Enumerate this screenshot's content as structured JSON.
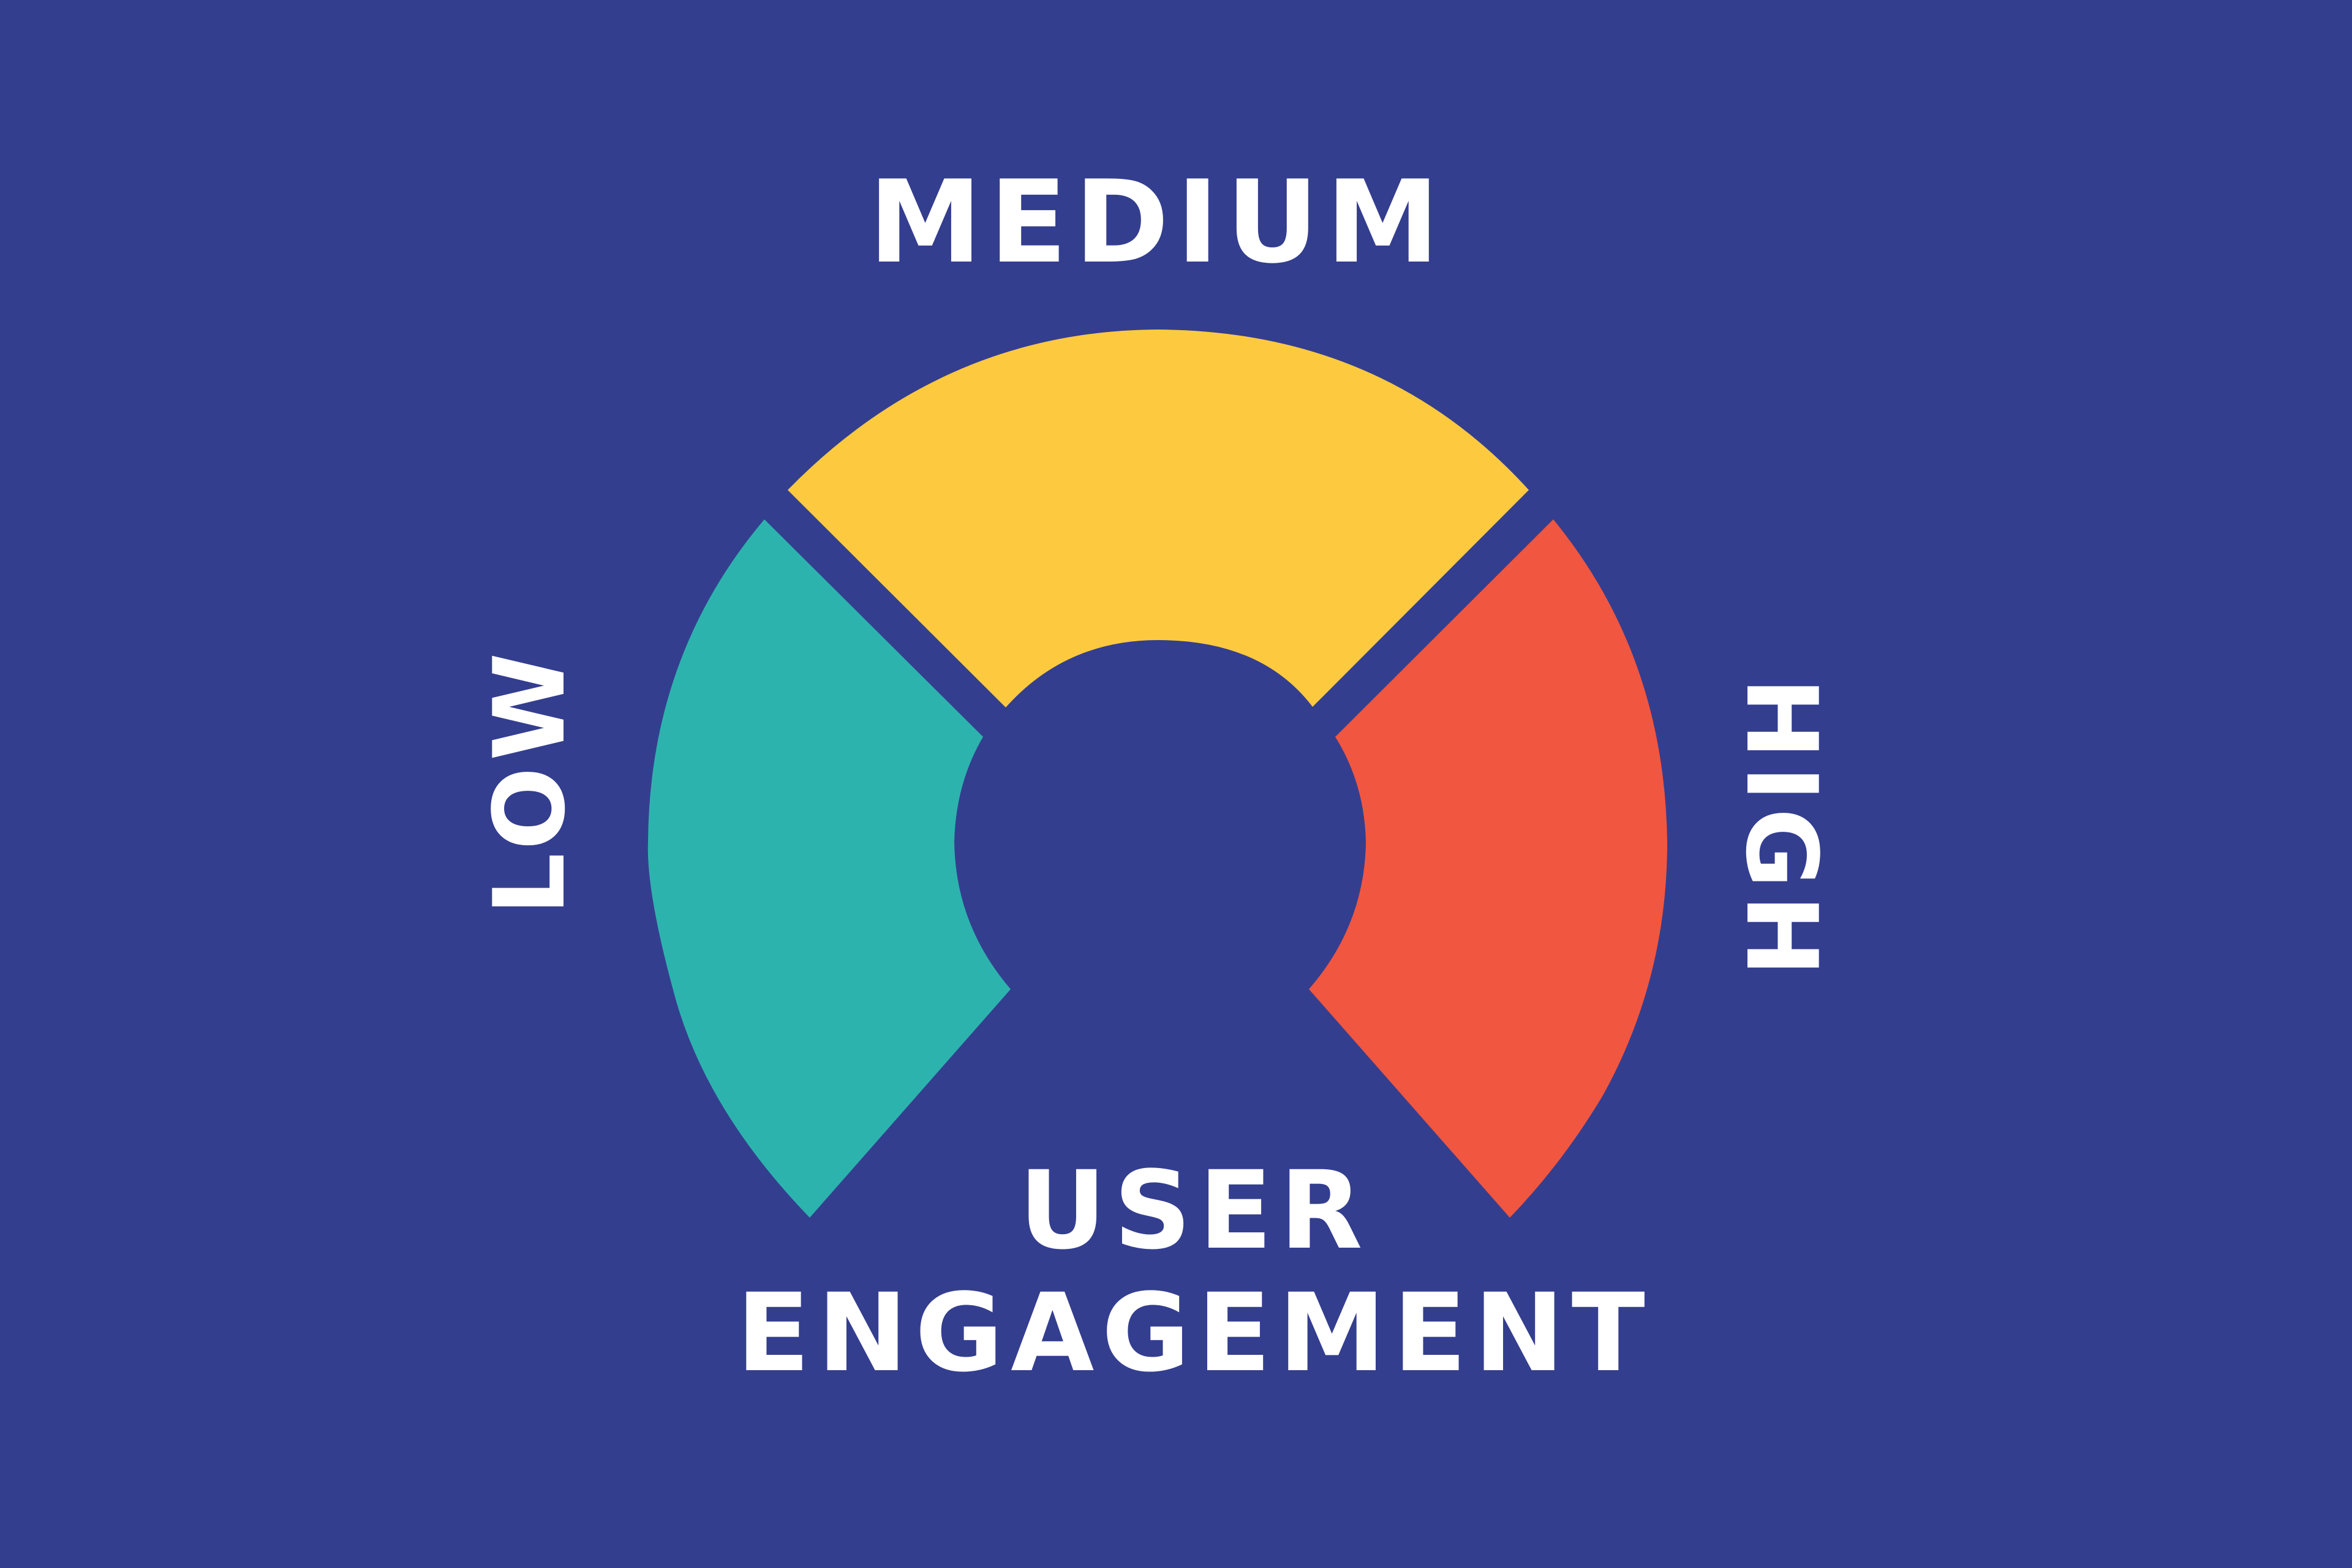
{
  "colors": {
    "background": "#343e8f",
    "low": "#2db3ae",
    "medium": "#fdca3f",
    "high": "#f15640",
    "text": "#ffffff"
  },
  "labels": {
    "medium": "MEDIUM",
    "low": "LOW",
    "high": "HIGH"
  },
  "title": {
    "line1": "USER",
    "line2": "ENGAGEMENT"
  }
}
